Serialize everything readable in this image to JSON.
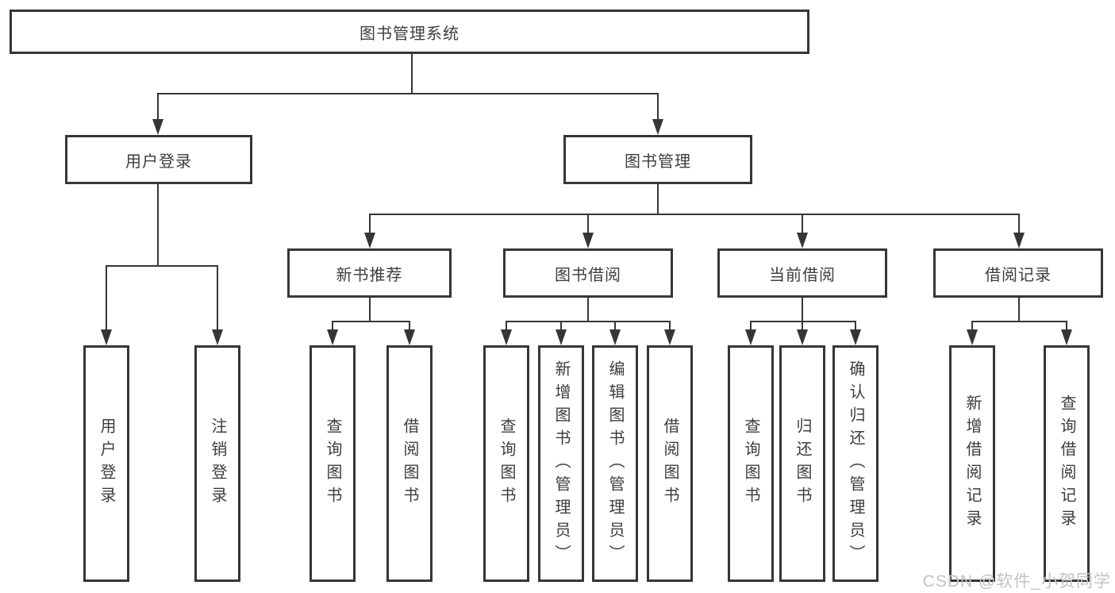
{
  "diagram": {
    "root_label": "图书管理系统",
    "login_branch": {
      "label": "用户登录",
      "children": [
        "用户登录",
        "注销登录"
      ]
    },
    "management_branch": {
      "label": "图书管理",
      "groups": [
        {
          "label": "新书推荐",
          "children": [
            "查询图书",
            "借阅图书"
          ]
        },
        {
          "label": "图书借阅",
          "children": [
            "查询图书",
            "新增图书（管理员）",
            "编辑图书（管理员）",
            "借阅图书"
          ]
        },
        {
          "label": "当前借阅",
          "children": [
            "查询图书",
            "归还图书",
            "确认归还（管理员）"
          ]
        },
        {
          "label": "借阅记录",
          "children": [
            "新增借阅记录",
            "查询借阅记录"
          ]
        }
      ]
    }
  },
  "watermark": {
    "text": "CSDN @软件_小贺同学"
  },
  "colors": {
    "line": "#363636",
    "text": "#3d3d3d",
    "watermark": "#c3c3c3",
    "bg": "#ffffff"
  }
}
